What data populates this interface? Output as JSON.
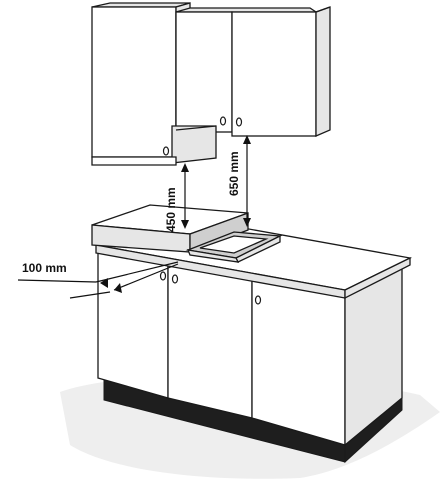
{
  "diagram": {
    "dimensions": {
      "side_clearance": "100 mm",
      "hood_clearance": "450 mm",
      "cabinet_clearance": "650 mm"
    },
    "colors": {
      "outline": "#1a1a1a",
      "panel": "#ffffff",
      "shade": "#e6e6e6",
      "plinth": "#1e1e1e",
      "floor": "#eeeeee"
    }
  }
}
